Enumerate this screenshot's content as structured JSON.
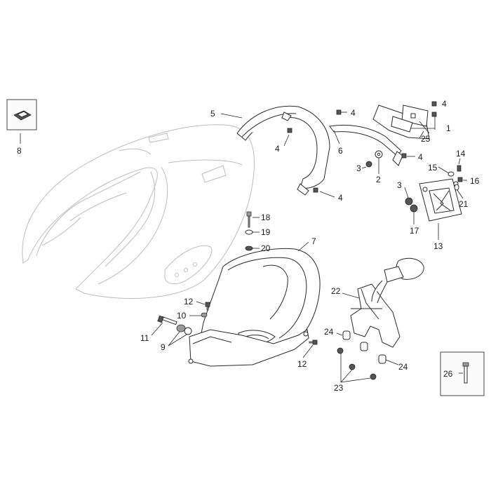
{
  "callouts": [
    {
      "id": "c1",
      "text": "1"
    },
    {
      "id": "c2",
      "text": "2"
    },
    {
      "id": "c3a",
      "text": "3"
    },
    {
      "id": "c3b",
      "text": "3"
    },
    {
      "id": "c4a",
      "text": "4"
    },
    {
      "id": "c4b",
      "text": "4"
    },
    {
      "id": "c4c",
      "text": "4"
    },
    {
      "id": "c4d",
      "text": "4"
    },
    {
      "id": "c4e",
      "text": "4"
    },
    {
      "id": "c5",
      "text": "5"
    },
    {
      "id": "c6",
      "text": "6"
    },
    {
      "id": "c7",
      "text": "7"
    },
    {
      "id": "c8",
      "text": "8"
    },
    {
      "id": "c9",
      "text": "9"
    },
    {
      "id": "c10",
      "text": "10"
    },
    {
      "id": "c11",
      "text": "11"
    },
    {
      "id": "c12a",
      "text": "12"
    },
    {
      "id": "c12b",
      "text": "12"
    },
    {
      "id": "c13",
      "text": "13"
    },
    {
      "id": "c14",
      "text": "14"
    },
    {
      "id": "c15",
      "text": "15"
    },
    {
      "id": "c16",
      "text": "16"
    },
    {
      "id": "c17",
      "text": "17"
    },
    {
      "id": "c18",
      "text": "18"
    },
    {
      "id": "c19",
      "text": "19"
    },
    {
      "id": "c20",
      "text": "20"
    },
    {
      "id": "c21",
      "text": "21"
    },
    {
      "id": "c22",
      "text": "22"
    },
    {
      "id": "c23",
      "text": "23"
    },
    {
      "id": "c24a",
      "text": "24"
    },
    {
      "id": "c24b",
      "text": "24"
    },
    {
      "id": "c25",
      "text": "25"
    },
    {
      "id": "c26",
      "text": "26"
    }
  ]
}
